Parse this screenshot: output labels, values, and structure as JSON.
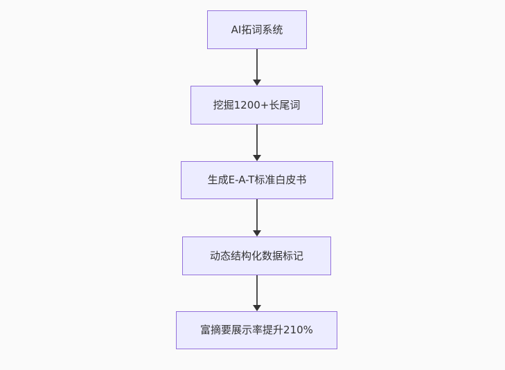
{
  "diagram": {
    "type": "flowchart",
    "direction": "top-down",
    "nodes": [
      {
        "id": "step-1",
        "label": "AI拓词系统"
      },
      {
        "id": "step-2",
        "label": "挖掘1200+长尾词"
      },
      {
        "id": "step-3",
        "label": "生成E-A-T标准白皮书"
      },
      {
        "id": "step-4",
        "label": "动态结构化数据标记"
      },
      {
        "id": "step-5",
        "label": "富摘要展示率提升210%"
      }
    ],
    "edges": [
      {
        "from": "step-1",
        "to": "step-2",
        "style": "arrow"
      },
      {
        "from": "step-2",
        "to": "step-3",
        "style": "arrow"
      },
      {
        "from": "step-3",
        "to": "step-4",
        "style": "arrow"
      },
      {
        "from": "step-4",
        "to": "step-5",
        "style": "arrow"
      }
    ],
    "colors": {
      "node_fill": "#ECECFF",
      "node_border": "#9370DB",
      "arrow": "#333333",
      "text": "#333333",
      "background": "#FAFAFA"
    }
  }
}
